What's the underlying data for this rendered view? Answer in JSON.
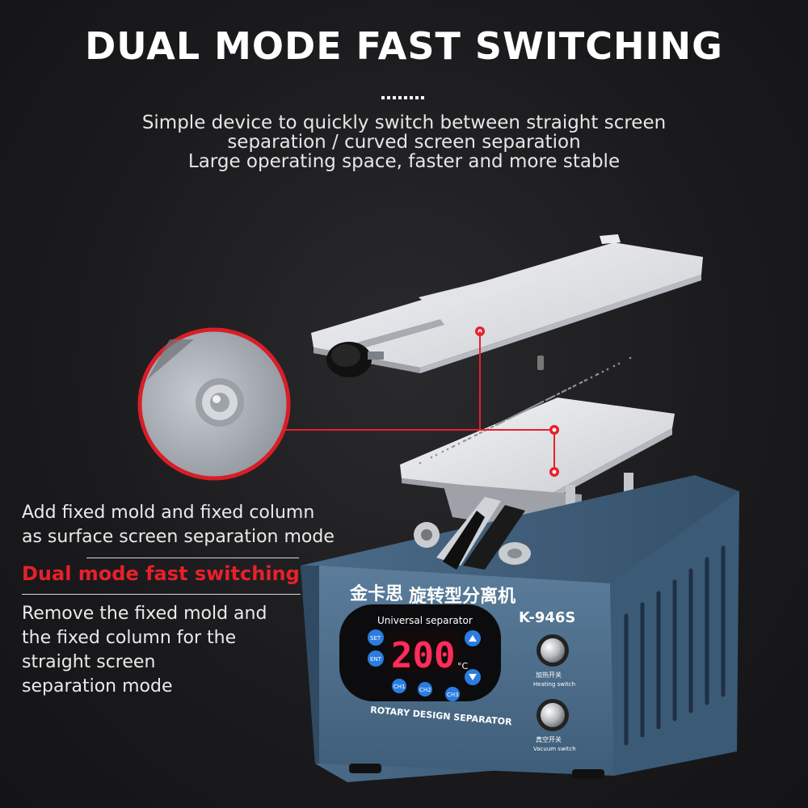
{
  "header": {
    "title": "DUAL MODE FAST SWITCHING",
    "line1": "Simple device to quickly switch between straight screen",
    "line2": "separation / curved screen separation",
    "line3": "Large operating space, faster and more stable"
  },
  "left_panel": {
    "mode1_line1": "Add fixed mold and fixed column",
    "mode1_line2": "as surface screen separation mode",
    "highlight": "Dual mode fast switching",
    "mode2_line1": "Remove the fixed mold and",
    "mode2_line2": "the fixed column for the",
    "mode2_line3": "straight screen",
    "mode2_line4": "separation mode"
  },
  "machine": {
    "brand_cn": "金卡思",
    "name_cn": "旋转型分离机",
    "model": "K-946S",
    "panel_title": "Universal separator",
    "temperature": "200",
    "unit": "°C",
    "btn_set": "SET",
    "btn_ent": "ENT",
    "btn_ch1": "CH1",
    "btn_ch2": "CH2",
    "btn_ch3": "CH3",
    "footer": "ROTARY DESIGN SEPARATOR",
    "heat_cn": "加热开关",
    "heat_en": "Heating switch",
    "vac_cn": "真空开关",
    "vac_en": "Vacuum switch"
  },
  "colors": {
    "accent": "#e8202a",
    "body": "#4a6d8c",
    "background": "#1b1b1d"
  }
}
